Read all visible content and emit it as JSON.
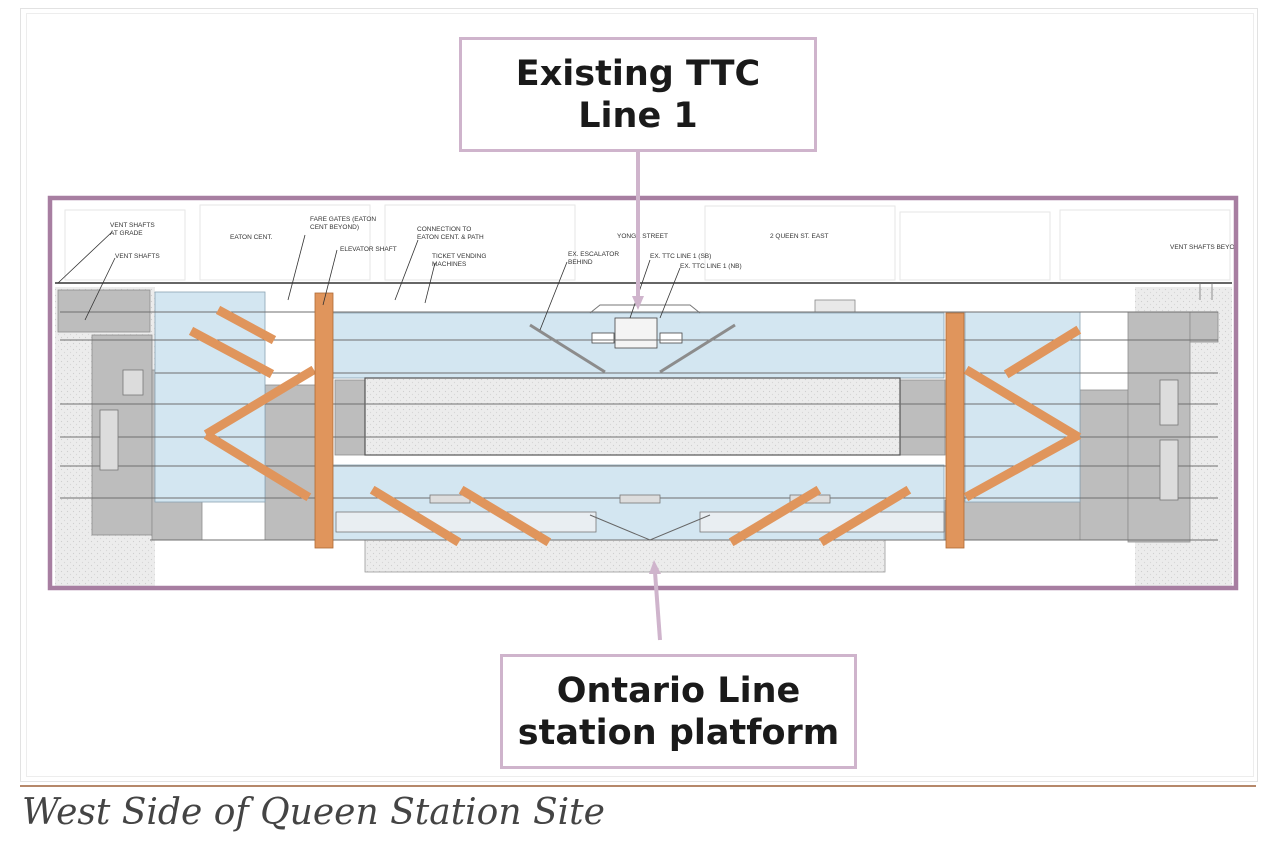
{
  "callouts": {
    "top": "Existing TTC\nLine 1",
    "bottom": "Ontario Line\nstation platform"
  },
  "caption": "West Side of Queen Station Site",
  "labels": {
    "vent_shafts_at_grade_1": "VENT SHAFTS",
    "vent_shafts_at_grade_2": "AT GRADE",
    "vent_shafts": "VENT SHAFTS",
    "eaton_cent": "EATON CENT.",
    "fare_gates_1": "FARE GATES (EATON",
    "fare_gates_2": "CENT BEYOND)",
    "elevator_shaft": "ELEVATOR SHAFT",
    "connection_1": "CONNECTION TO",
    "connection_2": "EATON CENT. & PATH",
    "ticket_vending_1": "TICKET VENDING",
    "ticket_vending_2": "MACHINES",
    "yonge_street": "YONGE STREET",
    "ex_escalator_1": "EX. ESCALATOR",
    "ex_escalator_2": "BEHIND",
    "ex_ttc_sb": "EX. TTC LINE 1 (SB)",
    "ex_ttc_nb": "EX. TTC LINE 1 (NB)",
    "queen_st_east": "2 QUEEN ST. EAST",
    "vent_shafts_beyond": "VENT SHAFTS BEYO"
  },
  "colors": {
    "frame_accent": "#a77ea1",
    "callout_border": "#cfb4cc",
    "escalator": "#e0955c",
    "station_fill": "#d3e6f1",
    "structure_fill": "#bdbdbd",
    "caption_rule": "#b6886a"
  }
}
